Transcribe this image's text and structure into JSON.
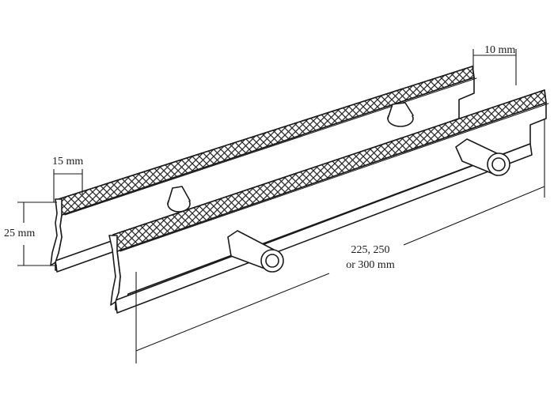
{
  "diagram": {
    "dimension_labels": {
      "top_width": "10 mm",
      "edge_width": "15 mm",
      "height": "25 mm",
      "length_line1": "225, 250",
      "length_line2": "or 300 mm"
    },
    "colors": {
      "line": "#1a1a1a",
      "surface": "#ffffff",
      "hatch": "#2a2a2a"
    }
  }
}
